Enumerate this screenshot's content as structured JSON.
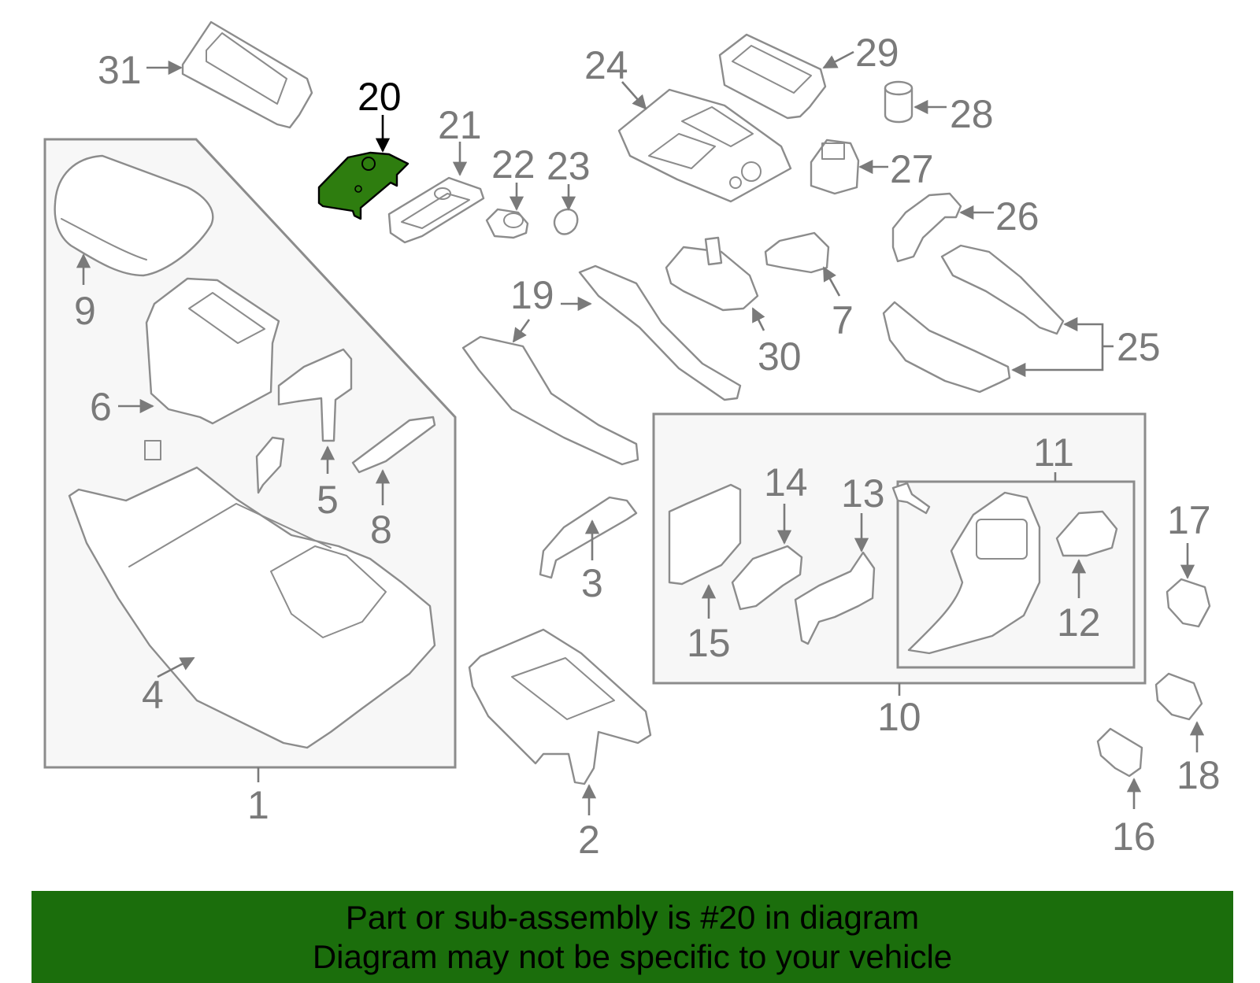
{
  "diagram": {
    "highlighted_part": "20",
    "highlight_color": "#2e7d0f",
    "callouts": [
      {
        "id": "1",
        "label": "1"
      },
      {
        "id": "2",
        "label": "2"
      },
      {
        "id": "3",
        "label": "3"
      },
      {
        "id": "4",
        "label": "4"
      },
      {
        "id": "5",
        "label": "5"
      },
      {
        "id": "6",
        "label": "6"
      },
      {
        "id": "7",
        "label": "7"
      },
      {
        "id": "8",
        "label": "8"
      },
      {
        "id": "9",
        "label": "9"
      },
      {
        "id": "10",
        "label": "10"
      },
      {
        "id": "11",
        "label": "11"
      },
      {
        "id": "12",
        "label": "12"
      },
      {
        "id": "13",
        "label": "13"
      },
      {
        "id": "14",
        "label": "14"
      },
      {
        "id": "15",
        "label": "15"
      },
      {
        "id": "16",
        "label": "16"
      },
      {
        "id": "17",
        "label": "17"
      },
      {
        "id": "18",
        "label": "18"
      },
      {
        "id": "19",
        "label": "19"
      },
      {
        "id": "20",
        "label": "20"
      },
      {
        "id": "21",
        "label": "21"
      },
      {
        "id": "22",
        "label": "22"
      },
      {
        "id": "23",
        "label": "23"
      },
      {
        "id": "24",
        "label": "24"
      },
      {
        "id": "25",
        "label": "25"
      },
      {
        "id": "26",
        "label": "26"
      },
      {
        "id": "27",
        "label": "27"
      },
      {
        "id": "28",
        "label": "28"
      },
      {
        "id": "29",
        "label": "29"
      },
      {
        "id": "30",
        "label": "30"
      },
      {
        "id": "31",
        "label": "31"
      }
    ]
  },
  "banner": {
    "background": "#1b6e0c",
    "line1": "Part or sub-assembly is #20 in diagram",
    "line2": "Diagram may not be specific to your vehicle"
  }
}
